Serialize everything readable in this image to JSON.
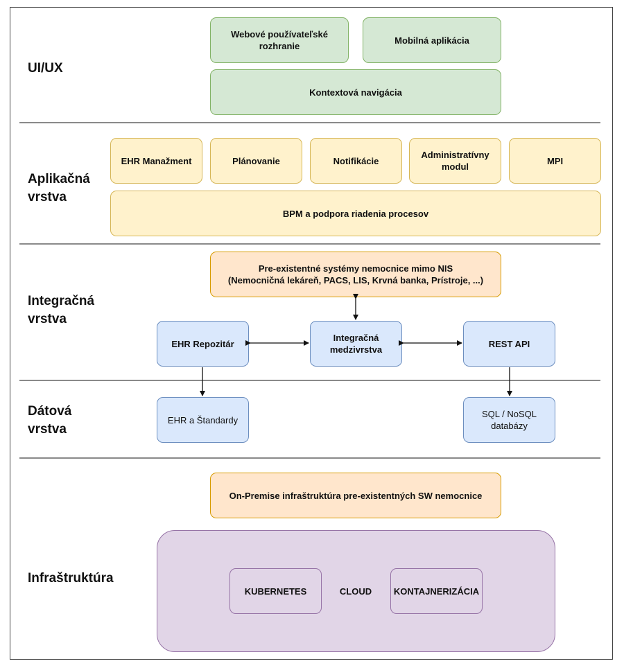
{
  "layers": {
    "uiux": "UI/UX",
    "app_line1": "Aplikačná",
    "app_line2": "vrstva",
    "int_line1": "Integračná",
    "int_line2": "vrstva",
    "data_line1": "Dátová",
    "data_line2": "vrstva",
    "infra": "Infraštruktúra"
  },
  "uiux": {
    "web": "Webové používateľské rozhranie",
    "mobile": "Mobilná aplikácia",
    "nav": "Kontextová navigácia"
  },
  "app": {
    "ehr_mgmt": "EHR Manažment",
    "planning": "Plánovanie",
    "notifications": "Notifikácie",
    "admin": "Administratívny modul",
    "mpi": "MPI",
    "bpm": "BPM a podpora riadenia procesov"
  },
  "integration": {
    "legacy_line1": "Pre-existentné systémy nemocnice mimo NIS",
    "legacy_line2": "(Nemocničná lekáreň, PACS, LIS, Krvná banka, Prístroje, ...)",
    "ehr_repo": "EHR Repozitár",
    "middleware": "Integračná medzivrstva",
    "rest": "REST API"
  },
  "data": {
    "ehr_std": "EHR a Štandardy",
    "sql": "SQL / NoSQL databázy"
  },
  "infra": {
    "onprem": "On-Premise infraštruktúra pre-existentných SW nemocnice",
    "kubernetes": "KUBERNETES",
    "cloud": "CLOUD",
    "containers": "KONTAJNERIZÁCIA"
  },
  "colors": {
    "green": "#d5e8d4",
    "yellow": "#fff2cc",
    "orange": "#ffe6cc",
    "blue": "#dae8fc",
    "purple": "#e1d5e7"
  }
}
